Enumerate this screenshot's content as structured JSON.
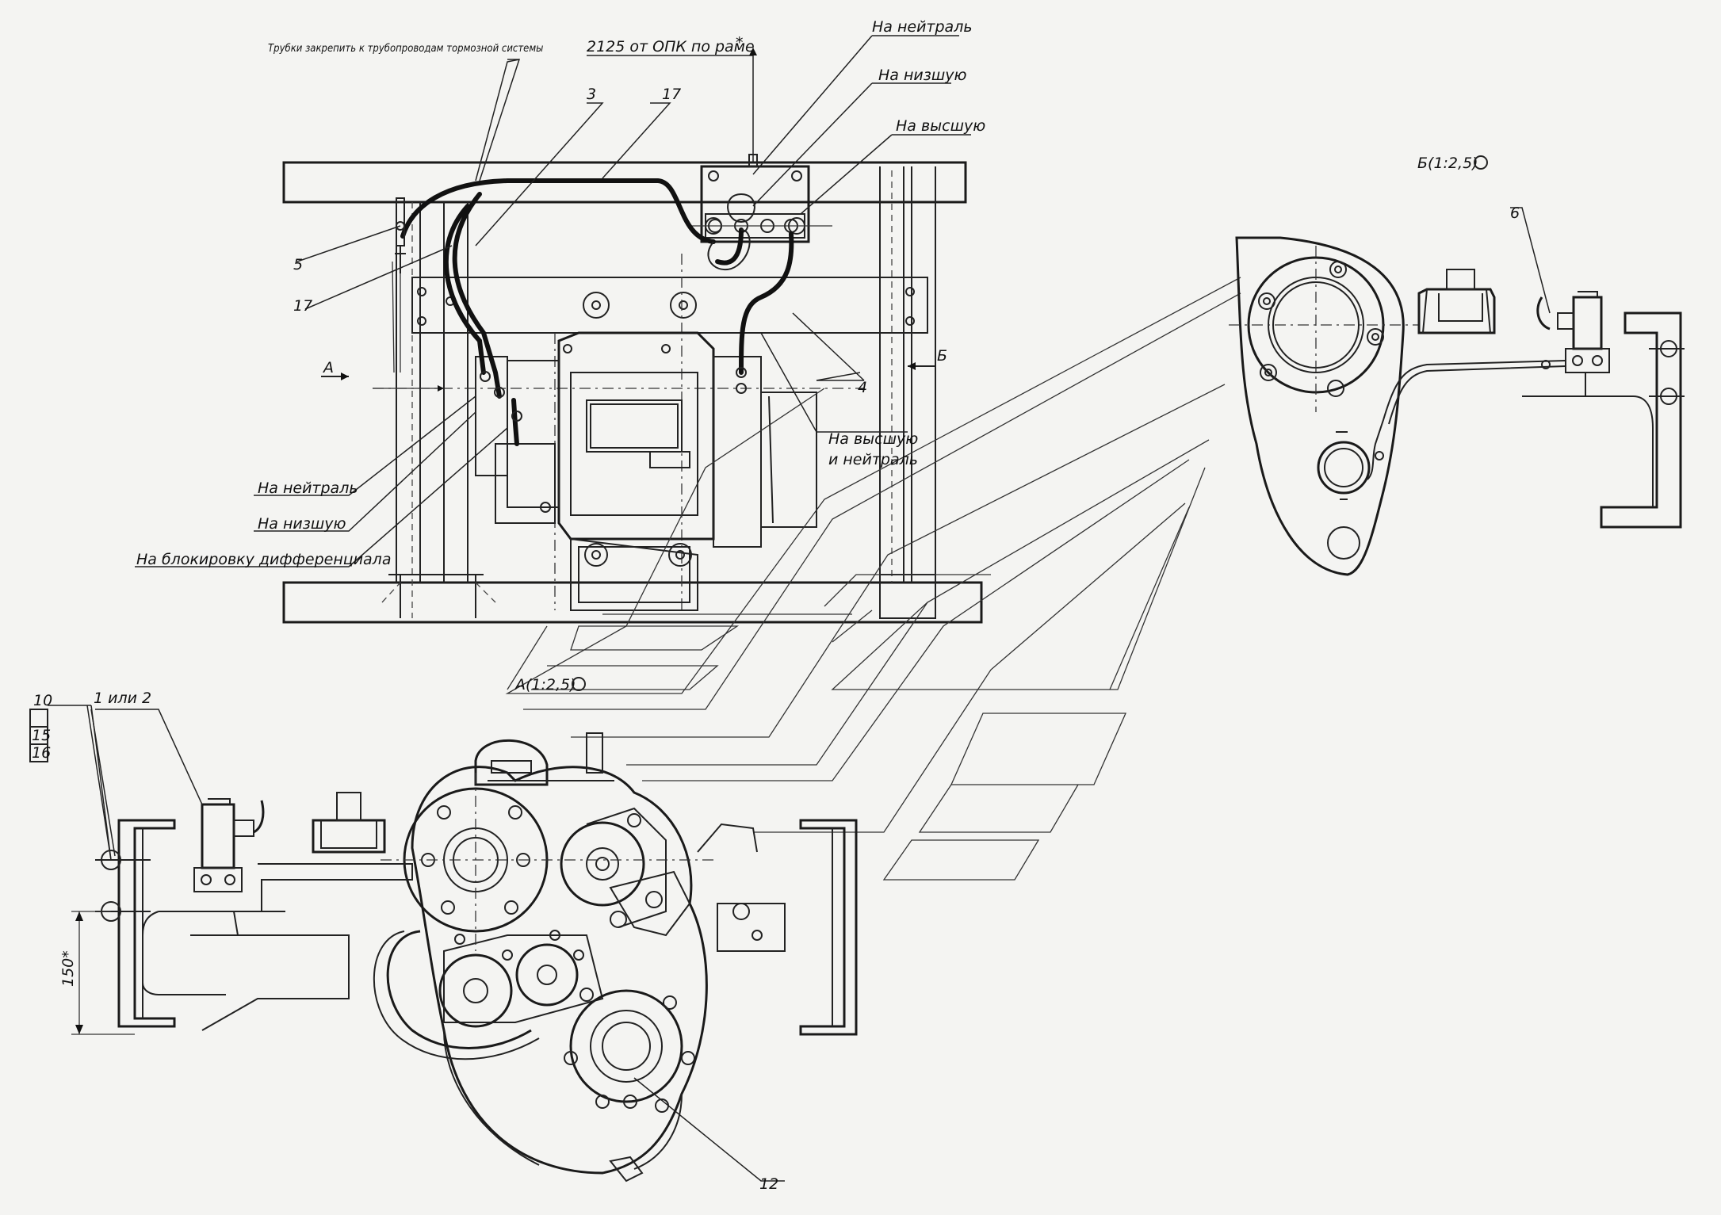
{
  "labels": {
    "tubes_note": "Трубки закрепить к трубопроводам тормозной системы",
    "dim_2125": "2125 от ОПК по раме",
    "dim_2125_star": "*",
    "neutral_top": "На нейтраль",
    "lowest_top": "На низшую",
    "highest_top": "На высшую",
    "highest_neutral_1": "На высшую",
    "highest_neutral_2": "и нейтраль",
    "neutral_left": "На нейтраль",
    "lowest_left": "На низшую",
    "diff_lock": "На блокировку дифференциала",
    "view_a": "А",
    "view_b": "Б",
    "view_a_title": "А(1:2,5)",
    "view_b_title": "Б(1:2,5)",
    "dim_150": "150*"
  },
  "positions": {
    "p3": "3",
    "p17a": "17",
    "p17b": "17",
    "p5": "5",
    "p4": "4",
    "p6": "6",
    "p1or2": "1 или 2",
    "p10": "10",
    "p15": "15",
    "p16": "16",
    "p12": "12"
  }
}
